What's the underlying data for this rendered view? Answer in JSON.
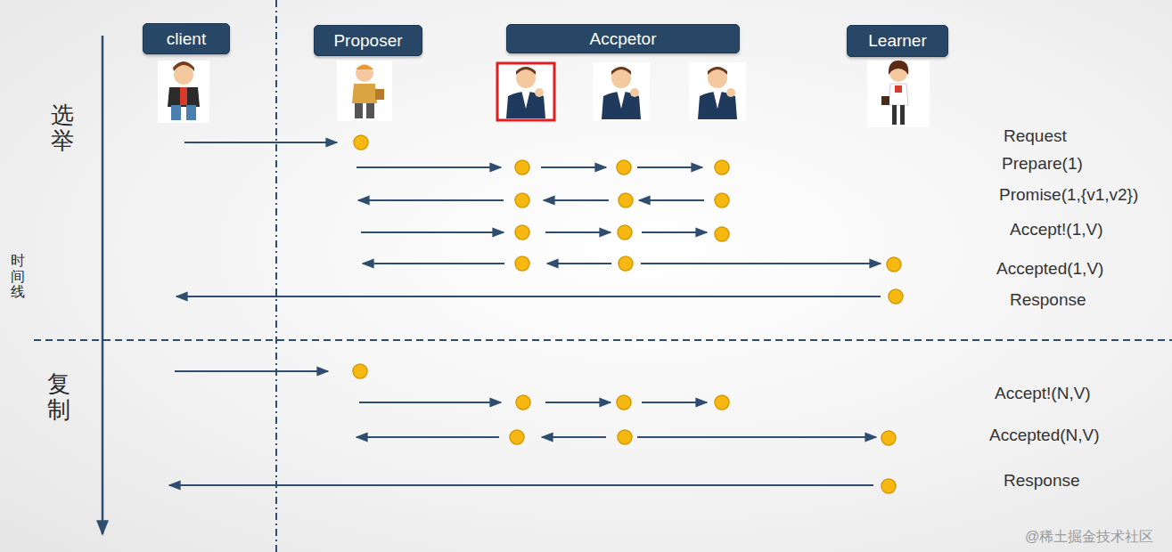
{
  "diagram": {
    "nodes": [
      {
        "text": [
          "client"
        ]
      },
      {
        "text": [
          "Proposer"
        ]
      },
      {
        "text": [
          "Accpetor"
        ]
      },
      {
        "text": [
          "Learner"
        ]
      }
    ],
    "labels": [
      "选举",
      "复制",
      "时间线",
      "Request",
      "Prepare(1)",
      "Promise(1,{v1,v2})",
      "Accept!(1,V)",
      "Accepted(1,V)",
      "Response",
      "Accept!(N,V)",
      "Accepted(N,V)",
      "Response",
      "@稀土掘金技术社区"
    ]
  }
}
